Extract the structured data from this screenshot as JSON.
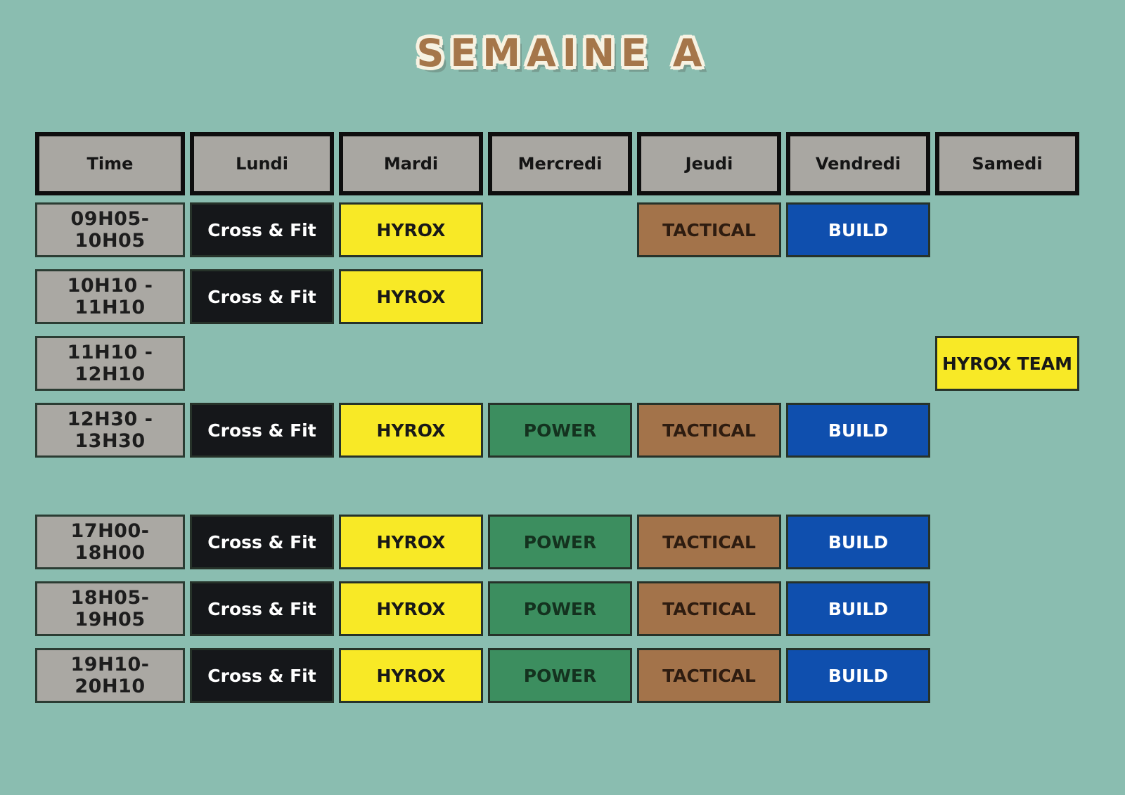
{
  "title": "SEMAINE A",
  "colors": {
    "background": "#8abdb0",
    "title_fill": "#a5764a",
    "title_outline": "#f7f2e2",
    "header_bg": "#a9a7a2",
    "header_border": "#0e0e0e",
    "time_bg": "#aaa8a3",
    "cell_border": "#2b3c33",
    "slot_border": "#263229"
  },
  "activity_styles": {
    "crossfit": {
      "bg": "#15171a",
      "text": "#ffffff"
    },
    "hyrox": {
      "bg": "#f8e926",
      "text": "#181818"
    },
    "power": {
      "bg": "#3c8e5f",
      "text": "#14321f"
    },
    "tactical": {
      "bg": "#a3734a",
      "text": "#2e1c10"
    },
    "build": {
      "bg": "#0f4fae",
      "text": "#ffffff"
    }
  },
  "headers": [
    "Time",
    "Lundi",
    "Mardi",
    "Mercredi",
    "Jeudi",
    "Vendredi",
    "Samedi"
  ],
  "rows": [
    {
      "time": "09H05-10H05",
      "cells": [
        {
          "label": "Cross & Fit",
          "type": "crossfit"
        },
        {
          "label": "HYROX",
          "type": "hyrox"
        },
        null,
        {
          "label": "TACTICAL",
          "type": "tactical"
        },
        {
          "label": "BUILD",
          "type": "build"
        },
        null
      ]
    },
    {
      "time": "10H10 - 11H10",
      "cells": [
        {
          "label": "Cross & Fit",
          "type": "crossfit"
        },
        {
          "label": "HYROX",
          "type": "hyrox"
        },
        null,
        null,
        null,
        null
      ]
    },
    {
      "time": "11H10 - 12H10",
      "cells": [
        null,
        null,
        null,
        null,
        null,
        {
          "label": "HYROX TEAM",
          "type": "hyrox"
        }
      ]
    },
    {
      "time": "12H30 - 13H30",
      "cells": [
        {
          "label": "Cross & Fit",
          "type": "crossfit"
        },
        {
          "label": "HYROX",
          "type": "hyrox"
        },
        {
          "label": "POWER",
          "type": "power"
        },
        {
          "label": "TACTICAL",
          "type": "tactical"
        },
        {
          "label": "BUILD",
          "type": "build"
        },
        null
      ]
    },
    {
      "time": "17H00-18H00",
      "cells": [
        {
          "label": "Cross & Fit",
          "type": "crossfit"
        },
        {
          "label": "HYROX",
          "type": "hyrox"
        },
        {
          "label": "POWER",
          "type": "power"
        },
        {
          "label": "TACTICAL",
          "type": "tactical"
        },
        {
          "label": "BUILD",
          "type": "build"
        },
        null
      ]
    },
    {
      "time": "18H05-19H05",
      "cells": [
        {
          "label": "Cross & Fit",
          "type": "crossfit"
        },
        {
          "label": "HYROX",
          "type": "hyrox"
        },
        {
          "label": "POWER",
          "type": "power"
        },
        {
          "label": "TACTICAL",
          "type": "tactical"
        },
        {
          "label": "BUILD",
          "type": "build"
        },
        null
      ]
    },
    {
      "time": "19H10-20H10",
      "cells": [
        {
          "label": "Cross & Fit",
          "type": "crossfit"
        },
        {
          "label": "HYROX",
          "type": "hyrox"
        },
        {
          "label": "POWER",
          "type": "power"
        },
        {
          "label": "TACTICAL",
          "type": "tactical"
        },
        {
          "label": "BUILD",
          "type": "build"
        },
        null
      ]
    }
  ]
}
